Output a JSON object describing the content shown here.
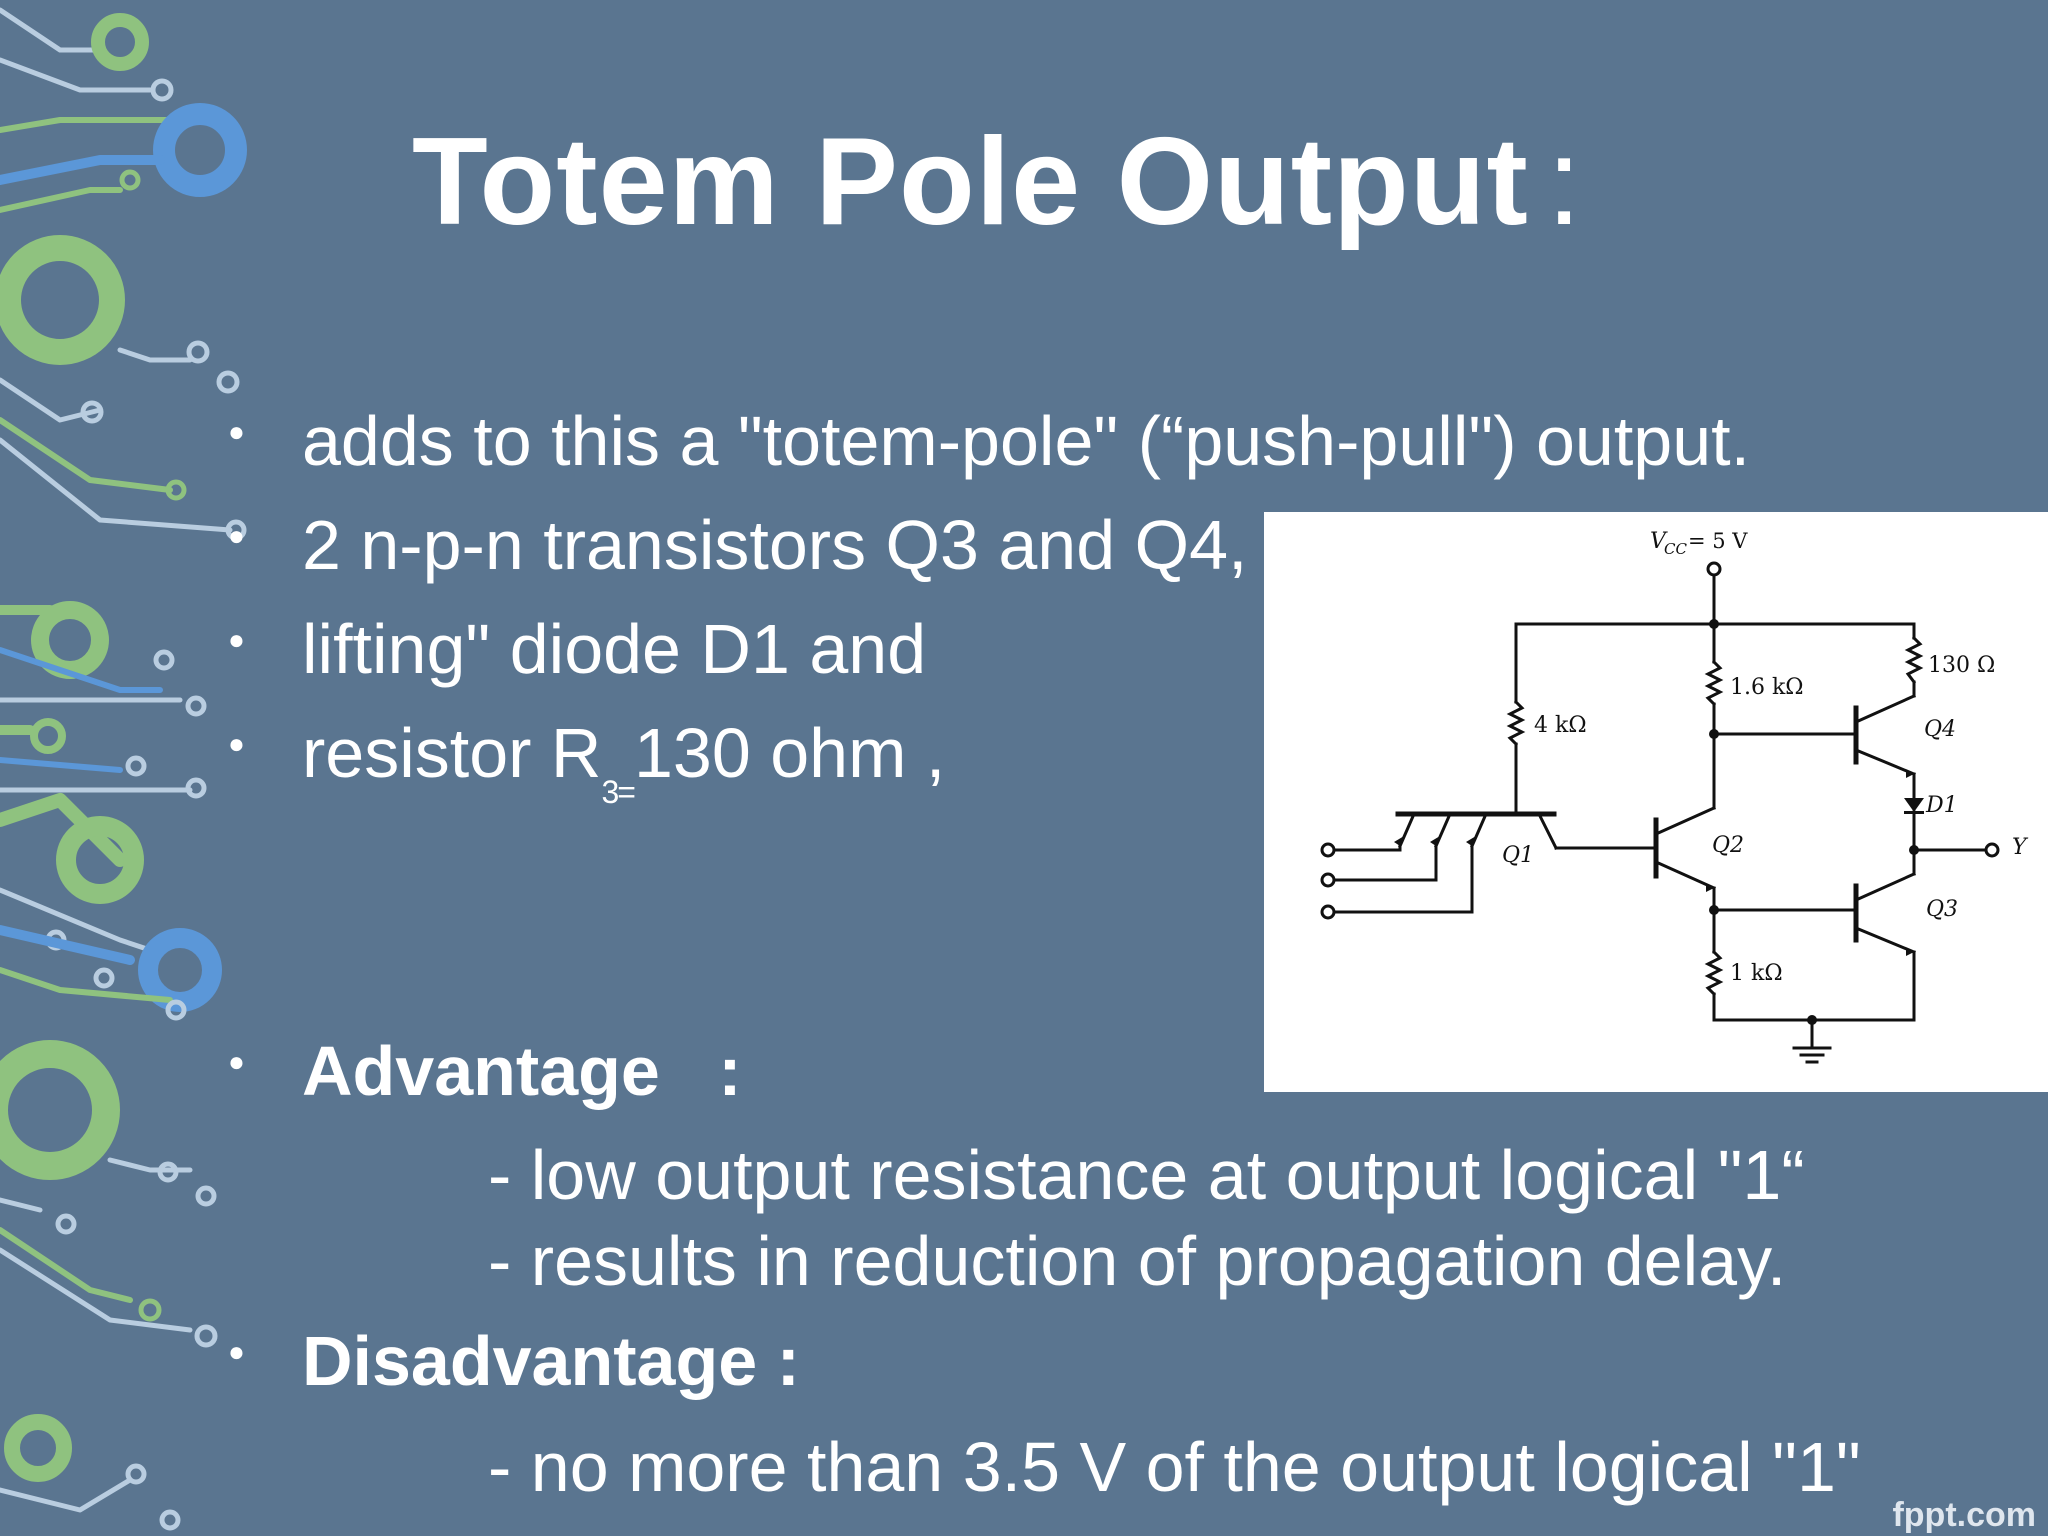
{
  "slide": {
    "title": "Totem Pole Output",
    "title_colon": ":",
    "bullets": [
      "adds to this a \"totem-pole\" (“push-pull\") output.",
      "2 n-p-n transistors Q3 and Q4,",
      "lifting\" diode D1 and"
    ],
    "resistor_bullet": {
      "prefix": "resistor R",
      "subscript": "3=",
      "suffix": "130 ohm ,"
    },
    "advantage": {
      "heading": "Advantage   :",
      "lines": [
        "- low output resistance at output logical \"1“",
        "- results in reduction of propagation delay."
      ]
    },
    "disadvantage": {
      "heading": "Disadvantage :",
      "lines": [
        "- no more than 3.5 V of the output logical \"1\""
      ]
    },
    "footer": "fppt.com"
  },
  "circuit": {
    "vcc_label": "V",
    "vcc_sub": "CC",
    "vcc_value": "= 5 V",
    "r_130": "130 Ω",
    "r_1_6k": "1.6 kΩ",
    "r_4k": "4 kΩ",
    "r_1k": "1 kΩ",
    "q1": "Q1",
    "q2": "Q2",
    "q3": "Q3",
    "q4": "Q4",
    "d1": "D1",
    "output": "Y"
  },
  "colors": {
    "background": "#5a7590",
    "trace_green": "#8fc27f",
    "trace_blue": "#5b97d8",
    "trace_light": "#b9cde0"
  }
}
